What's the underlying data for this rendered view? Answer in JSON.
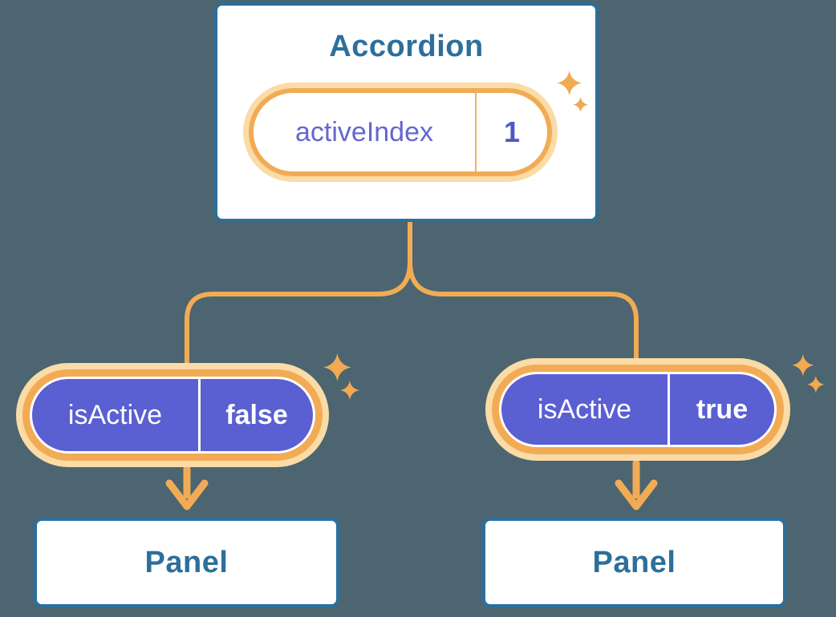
{
  "tree": {
    "root": {
      "title": "Accordion",
      "state": {
        "name": "activeIndex",
        "value": "1"
      }
    },
    "branches": [
      {
        "prop": {
          "name": "isActive",
          "value": "false"
        },
        "panel": {
          "title": "Panel"
        }
      },
      {
        "prop": {
          "name": "isActive",
          "value": "true"
        },
        "panel": {
          "title": "Panel"
        }
      }
    ]
  },
  "icons": {
    "sparkle": "four-point-star"
  },
  "colors": {
    "background": "#4C6570",
    "card_fill": "#FFFFFF",
    "card_border": "#2B6F9C",
    "heading_text": "#2D6F9B",
    "connector_orange": "#F2AB55",
    "ring_glow": "#FBDBA6",
    "pill_purple": "#5A5FD2",
    "state_name_text": "#6467D1",
    "state_value_text": "#5356C8",
    "prop_text": "#FFFFFF"
  }
}
